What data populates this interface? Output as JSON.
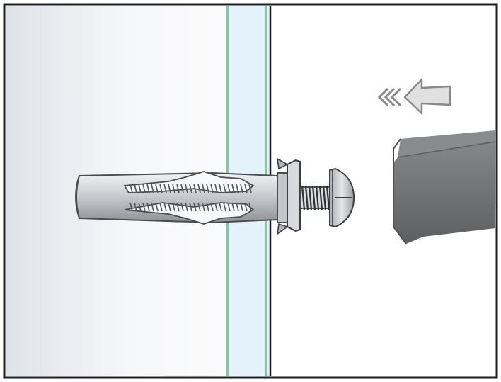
{
  "diagram": {
    "parts": [
      {
        "id": "hollow-wall-board",
        "icon": "wall-section"
      },
      {
        "id": "board-facing",
        "icon": "panel-layer"
      },
      {
        "id": "cavity-anchor",
        "icon": "expansion-sleeve"
      },
      {
        "id": "machine-screw",
        "icon": "screw"
      },
      {
        "id": "hammer-head",
        "icon": "hammer"
      },
      {
        "id": "direction-arrow",
        "icon": "arrow-left-icon"
      }
    ],
    "colors": {
      "frame": "#1e1e1e",
      "wall_light": "#f6f7f9",
      "wall_shade": "#dfe2e8",
      "facing_fill": "#e4f3fb",
      "facing_edge": "#8fbfa6",
      "metal_light": "#e2e4e7",
      "metal_mid": "#b9bcc1",
      "metal_dark": "#6e7176",
      "hammer_body": "#6d6e70",
      "hammer_top": "#8a8b8d",
      "arrow_fill": "#e0e0e0",
      "arrow_stroke": "#8a8a8a"
    }
  }
}
